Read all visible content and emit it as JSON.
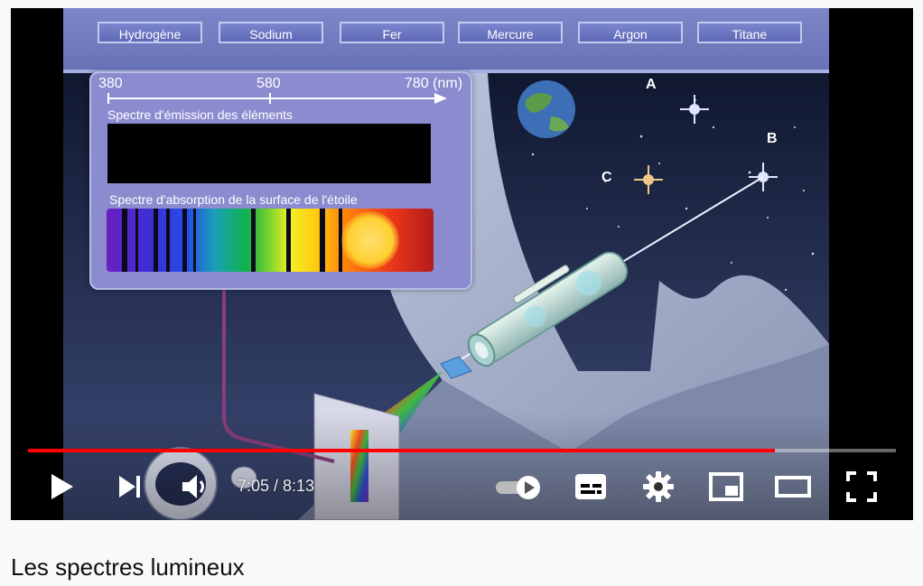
{
  "elements": [
    "Hydrogène",
    "Sodium",
    "Fer",
    "Mercure",
    "Argon",
    "Titane"
  ],
  "scale": {
    "start": "380",
    "middle": "580",
    "end": "780 (nm)"
  },
  "emission_label": "Spectre d'émission des éléments",
  "absorption_label": "Spectre d'absorption de la surface de l'étoile",
  "stars": {
    "a": "A",
    "b": "B",
    "c": "C"
  },
  "player": {
    "time": "7:05 / 8:13",
    "progress_fraction": 0.861
  },
  "video": {
    "title": "Les spectres lumineux"
  },
  "icons": [
    "play-icon",
    "next-icon",
    "volume-icon",
    "autoplay-toggle-icon",
    "subtitles-icon",
    "settings-icon",
    "miniplayer-icon",
    "theater-mode-icon",
    "fullscreen-icon"
  ]
}
